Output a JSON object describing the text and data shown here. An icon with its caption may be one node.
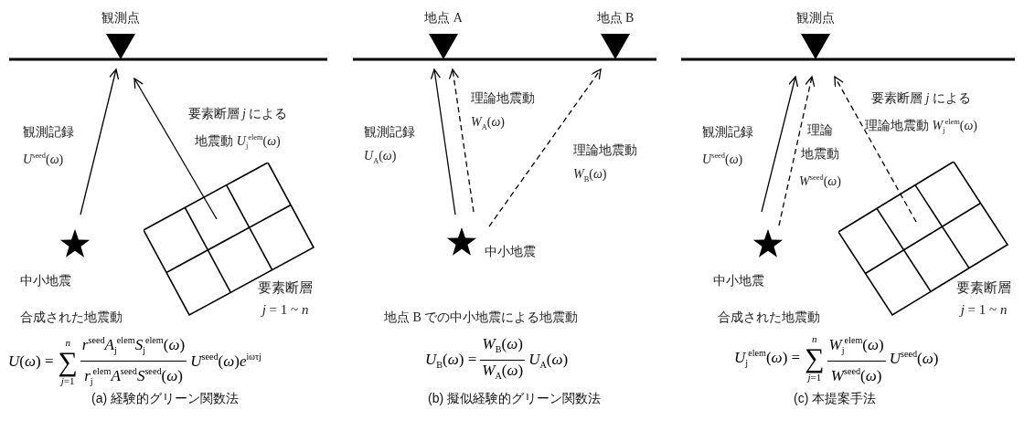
{
  "diagram": {
    "nodes": [
      {
        "text": [
          "観測点"
        ]
      },
      {
        "text": [
          "中小地震"
        ]
      },
      {
        "text": [
          "要素断層 *j* = 1 ~ *n*"
        ]
      },
      {
        "text": [
          "地点 A"
        ]
      },
      {
        "text": [
          "地点 B"
        ]
      },
      {
        "text": [
          "中小地震"
        ]
      },
      {
        "text": [
          "観測点"
        ]
      },
      {
        "text": [
          "中小地震"
        ]
      },
      {
        "text": [
          "要素断層 *j* = 1 ~ *n*"
        ]
      }
    ],
    "edges": [
      {
        "from": 1,
        "to": 0,
        "arrow": "to",
        "label": "観測記録 *U*$^{seed}$(*ω*)"
      },
      {
        "from": 2,
        "to": 0,
        "arrow": "to",
        "label": "要素断層 *j* による地震動 *U*$_{j}$$^{elem}$(*ω*)"
      },
      {
        "from": 5,
        "to": 3,
        "arrow": "to",
        "label": "観測記録 *U*$_{A}$(*ω*)"
      },
      {
        "from": 5,
        "to": 3,
        "arrow": "to",
        "style": "dashed",
        "label": "理論地震動 *W*$_{A}$(*ω*)"
      },
      {
        "from": 5,
        "to": 4,
        "arrow": "to",
        "style": "dashed",
        "label": "理論地震動 *W*$_{B}$(*ω*)"
      },
      {
        "from": 7,
        "to": 6,
        "arrow": "to",
        "label": "観測記録 *U*$^{seed}$(*ω*)"
      },
      {
        "from": 7,
        "to": 6,
        "arrow": "to",
        "style": "dashed",
        "label": "理論地震動 *W*$^{seed}$(*ω*)"
      },
      {
        "from": 8,
        "to": 6,
        "arrow": "to",
        "style": "dashed",
        "label": "要素断層 *j* による理論地震動 *W*$_{j}$$^{elem}$(*ω*)"
      }
    ],
    "labels": [
      "合成された地震動",
      "*U*(*ω*) =",
      "*n*",
      "∑",
      "*j*=1",
      "*r*$^{seed}$*A*$_{j}$$^{elem}$*S*$_{j}$$^{elem}$(*ω*)",
      "*r*$_{j}$$^{elem}$*A*$^{seed}$*S*$^{seed}$(*ω*)",
      "*U*$^{seed}$(*ω*)*e*$^{iωτj}$",
      "(a) 経験的グリーン関数法",
      "地点 B での中小地震による地震動",
      "*U*$_{B}$(*ω*) =",
      "*W*$_{B}$(*ω*)",
      "*W*$_{A}$(*ω*)",
      "*U*$_{A}$(*ω*)",
      "(b) 擬似経験的グリーン関数法",
      "合成された地震動",
      "*U*$_{j}$$^{elem}$(*ω*) =",
      "*n*",
      "∑",
      "*j*=1",
      "*W*$_{j}$$^{elem}$(*ω*)",
      "*W*$^{seed}$(*ω*)",
      "*U*$^{seed}$(*ω*)",
      "(c) 本提案手法"
    ]
  }
}
